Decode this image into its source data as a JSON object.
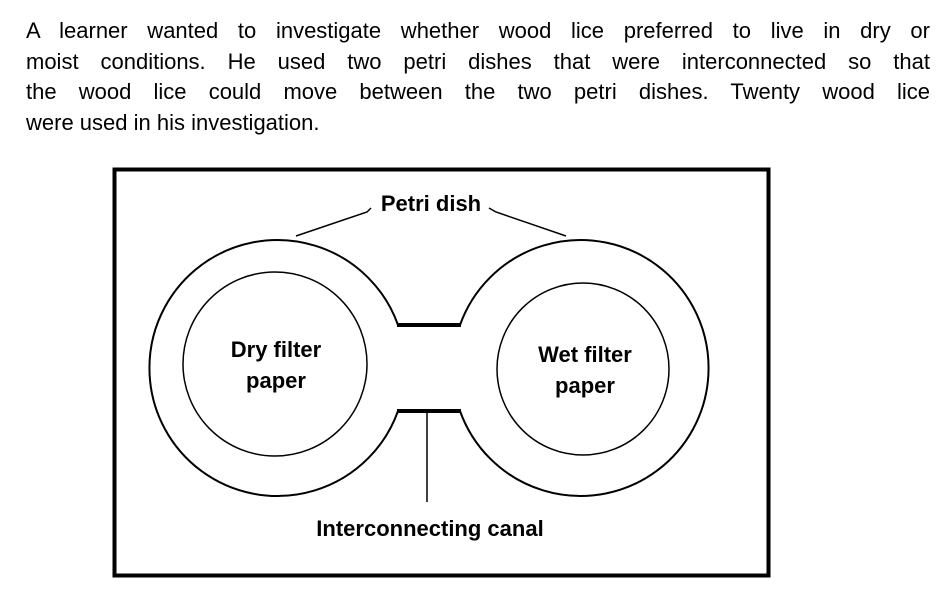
{
  "intro": {
    "lines": [
      "A learner wanted to investigate whether wood lice preferred to live in dry or",
      "moist conditions. He used two petri dishes that were interconnected so that",
      "the wood lice could move between the two petri dishes. Twenty wood lice",
      "were used in his investigation."
    ]
  },
  "diagram": {
    "petri_dish_label": "Petri dish",
    "dry_filter_line1": "Dry filter",
    "dry_filter_line2": "paper",
    "wet_filter_line1": "Wet filter",
    "wet_filter_line2": "paper",
    "canal_label": "Interconnecting canal"
  }
}
